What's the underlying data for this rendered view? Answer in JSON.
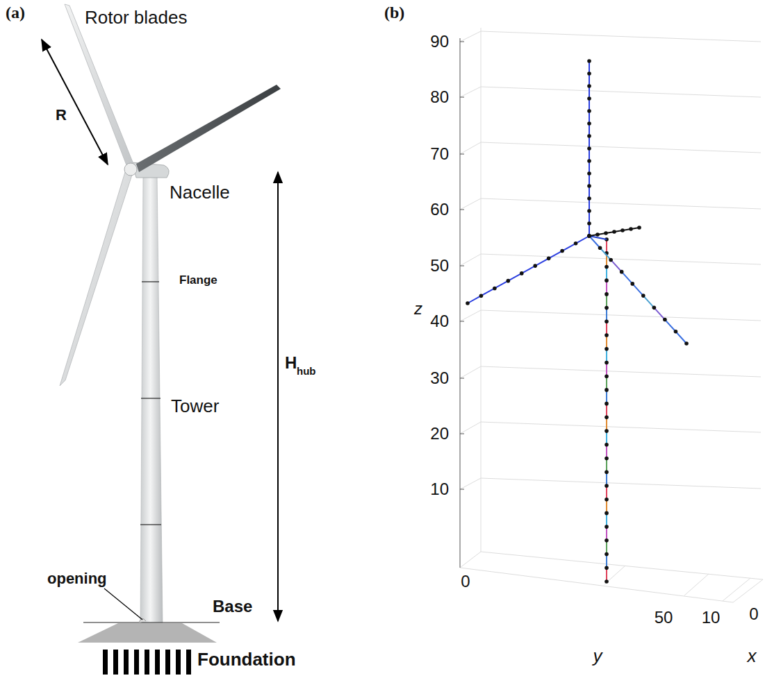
{
  "diagram": {
    "labels": [
      "(a)",
      "(b)",
      "Rotor blades",
      "R",
      "Nacelle",
      "Flange",
      "Tower",
      "H",
      "hub",
      "opening",
      "Base",
      "Foundation",
      "90",
      "80",
      "70",
      "60",
      "50",
      "40",
      "30",
      "20",
      "10",
      "0",
      "z",
      "50",
      "10",
      "0",
      "y",
      "x"
    ]
  }
}
